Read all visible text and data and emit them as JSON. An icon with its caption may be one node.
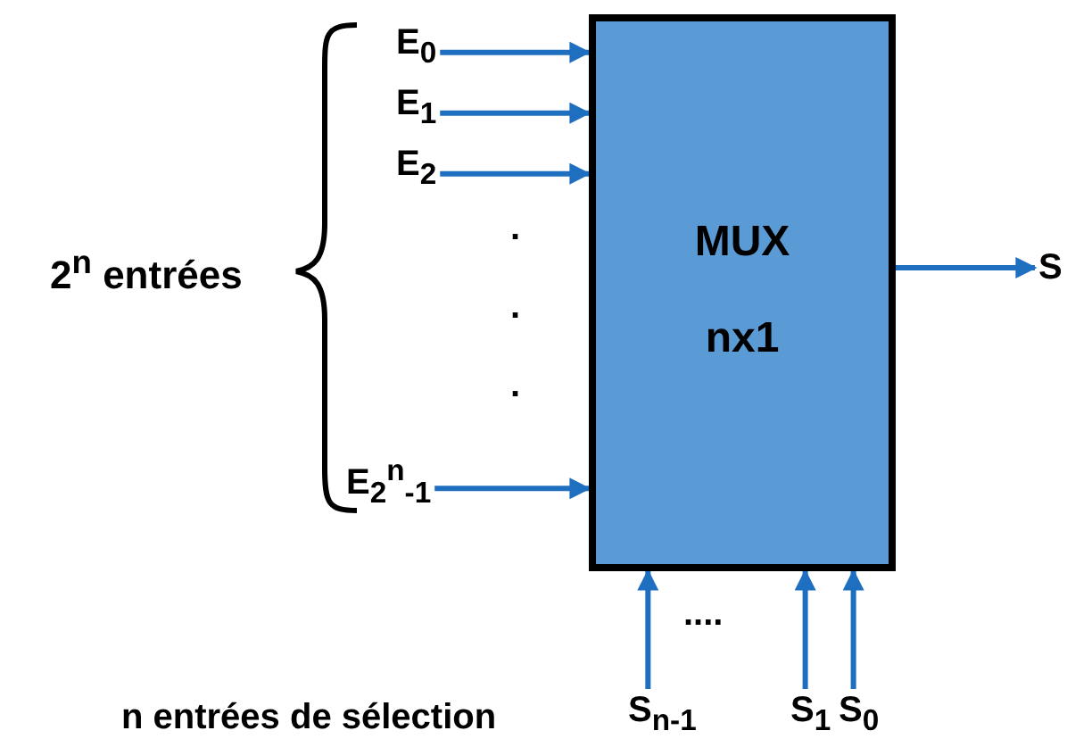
{
  "diagram": {
    "nodes": [
      {
        "text": [
          "MUX",
          "nx1"
        ]
      },
      {
        "text": [
          "E$_{0}$"
        ]
      },
      {
        "text": [
          "E$_{1}$"
        ]
      },
      {
        "text": [
          "E$_{2}$"
        ]
      },
      {
        "text": [
          "E$_{2}$$^{n}$$_{-1}$"
        ]
      },
      {
        "text": [
          "S"
        ]
      },
      {
        "text": [
          "S$_{n-1}$"
        ]
      },
      {
        "text": [
          "S$_{1}$"
        ]
      },
      {
        "text": [
          "S$_{0}$"
        ]
      }
    ],
    "edges": [
      {
        "from": 1,
        "to": 0,
        "arrow": "to"
      },
      {
        "from": 2,
        "to": 0,
        "arrow": "to"
      },
      {
        "from": 3,
        "to": 0,
        "arrow": "to"
      },
      {
        "from": 4,
        "to": 0,
        "arrow": "to"
      },
      {
        "from": 0,
        "to": 5,
        "arrow": "to"
      },
      {
        "from": 6,
        "to": 0,
        "arrow": "to"
      },
      {
        "from": 7,
        "to": 0,
        "arrow": "to"
      },
      {
        "from": 8,
        "to": 0,
        "arrow": "to"
      }
    ],
    "labels": [
      "2$^{n}$ entrées",
      ".",
      ".",
      ".",
      "....",
      "n entrées de sélection"
    ]
  }
}
